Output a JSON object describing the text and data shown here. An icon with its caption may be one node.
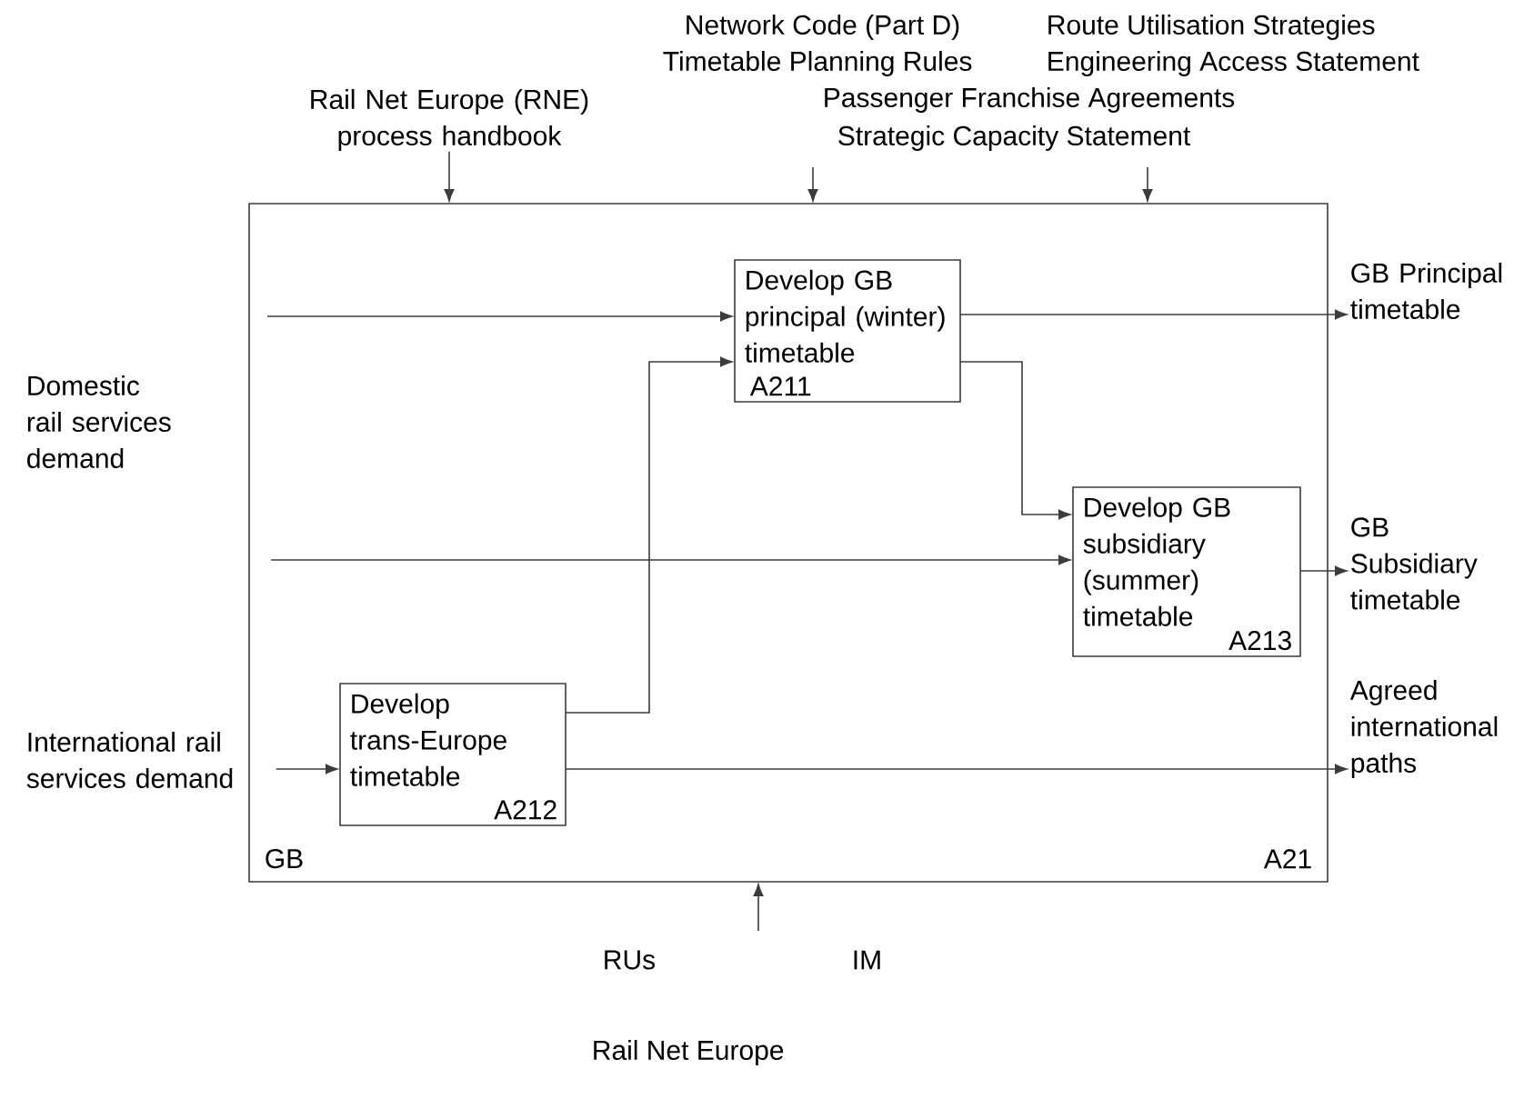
{
  "diagram": {
    "nodes": [
      {
        "text": [
          "GB",
          "A21"
        ]
      },
      {
        "text": [
          "Develop GB principal (winter) timetable",
          "A211"
        ],
        "in": 0
      },
      {
        "text": [
          "Develop GB subsidiary (summer) timetable",
          "A213"
        ],
        "in": 0
      },
      {
        "text": [
          "Develop trans-Europe timetable",
          "A212"
        ],
        "in": 0
      },
      {
        "text": [
          "Rail Net Europe (RNE) process handbook"
        ]
      },
      {
        "text": [
          "Domestic rail services demand"
        ]
      },
      {
        "text": [
          "International rail services demand"
        ]
      },
      {
        "text": [
          "GB Principal timetable"
        ]
      },
      {
        "text": [
          "GB Subsidiary timetable"
        ]
      },
      {
        "text": [
          "Agreed international paths"
        ]
      }
    ],
    "edges": [
      {
        "from": 4,
        "to": 0,
        "arrow": "to"
      },
      {
        "from": null,
        "to": 0,
        "arrow": "to"
      },
      {
        "from": null,
        "to": 0,
        "arrow": "to"
      },
      {
        "from": null,
        "to": 1,
        "arrow": "to"
      },
      {
        "from": null,
        "to": 2,
        "arrow": "to"
      },
      {
        "from": 6,
        "to": 3,
        "arrow": "to"
      },
      {
        "from": 3,
        "to": 1,
        "arrow": "to"
      },
      {
        "from": 1,
        "to": 2,
        "arrow": "to"
      },
      {
        "from": 1,
        "to": 7,
        "arrow": "to"
      },
      {
        "from": 2,
        "to": 8,
        "arrow": "to"
      },
      {
        "from": 3,
        "to": 9,
        "arrow": "to"
      },
      {
        "from": null,
        "to": 0,
        "arrow": "to"
      }
    ],
    "labels": [
      "Network Code (Part D)",
      "Route Utilisation Strategies",
      "Timetable Planning Rules",
      "Engineering Access Statement",
      "Passenger Franchise Agreements",
      "Strategic Capacity Statement",
      "RUs",
      "IM",
      "Rail Net Europe"
    ]
  }
}
